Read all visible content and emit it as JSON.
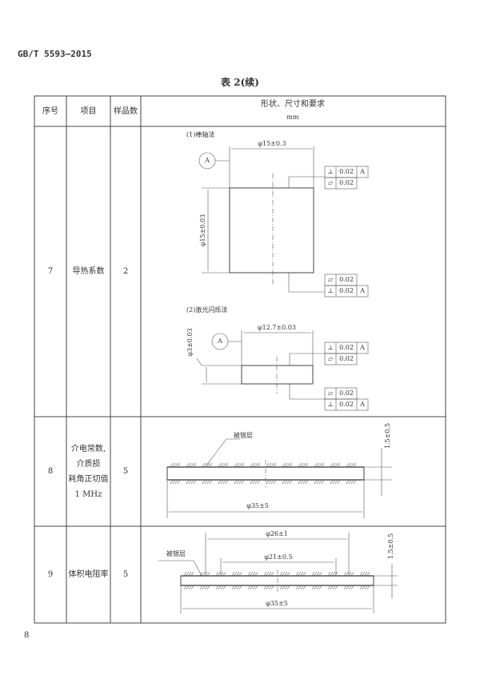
{
  "header": {
    "standard_no": "GB/T 5593—2015"
  },
  "table": {
    "caption": "表 2(续)",
    "columns": [
      "序号",
      "项目",
      "样品数",
      "形状、尺寸和要求",
      "mm"
    ],
    "rows": [
      {
        "no": "7",
        "item": "导热系数",
        "samples": "2",
        "method1": {
          "label": "(1)棒轴法",
          "width": "φ15±0.3",
          "height": "φ15±0.03",
          "datum": "A",
          "tol_top": [
            {
              "sym": "⊥",
              "val": "0.02",
              "ref": "A"
            },
            {
              "sym": "▱",
              "val": "0.02"
            }
          ],
          "tol_bottom": [
            {
              "sym": "▱",
              "val": "0.02"
            },
            {
              "sym": "⊥",
              "val": "0.02",
              "ref": "A"
            }
          ]
        },
        "method2": {
          "label": "(2)激光闪烁法",
          "width": "φ12.7±0.03",
          "height": "φ3±0.03",
          "datum": "A",
          "tol_top": [
            {
              "sym": "⊥",
              "val": "0.02",
              "ref": "A"
            },
            {
              "sym": "▱",
              "val": "0.02"
            }
          ],
          "tol_bottom": [
            {
              "sym": "▱",
              "val": "0.02"
            },
            {
              "sym": "⊥",
              "val": "0.02",
              "ref": "A"
            }
          ]
        }
      },
      {
        "no": "8",
        "item_lines": [
          "介电常数,",
          "介质损",
          "耗角正切值",
          "1 MHz"
        ],
        "samples": "5",
        "drawing": {
          "layer": "被银层",
          "diameter": "φ35±5",
          "thickness": "1.5±0.5"
        }
      },
      {
        "no": "9",
        "item": "体积电阻率",
        "samples": "5",
        "drawing": {
          "layer": "被银层",
          "d_outer": "φ26±1",
          "d_inner": "φ21±0.5",
          "diameter": "φ35±5",
          "thickness": "1.5±0.5"
        }
      }
    ]
  },
  "footer": {
    "page": "8"
  }
}
